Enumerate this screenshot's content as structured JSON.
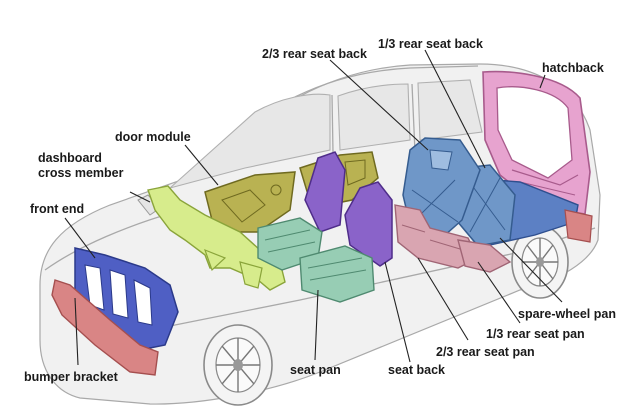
{
  "labels": {
    "hatchback": "hatchback",
    "rear_seat_back_one_third": "1/3 rear seat back",
    "rear_seat_back_two_thirds": "2/3 rear seat back",
    "door_module": "door module",
    "dashboard_line1": "dashboard",
    "dashboard_line2": "cross member",
    "front_end": "front end",
    "bumper_bracket": "bumper bracket",
    "seat_pan": "seat pan",
    "seat_back": "seat back",
    "rear_seat_pan_two_thirds": "2/3 rear seat pan",
    "rear_seat_pan_one_third": "1/3 rear seat pan",
    "spare_wheel_pan": "spare-wheel pan"
  },
  "colors": {
    "hatchback": "#e7a3cf",
    "rear_seat_back": "#6f97c8",
    "seat_back": "#8a63c9",
    "door_module": "#b9b252",
    "dashboard": "#d7ec8c",
    "front_end": "#4f5fc4",
    "bumper_bracket": "#d98585",
    "seat_pan": "#97cdb4",
    "rear_seat_pan": "#d9a5b1",
    "spare_wheel_pan": "#5c80c4"
  }
}
